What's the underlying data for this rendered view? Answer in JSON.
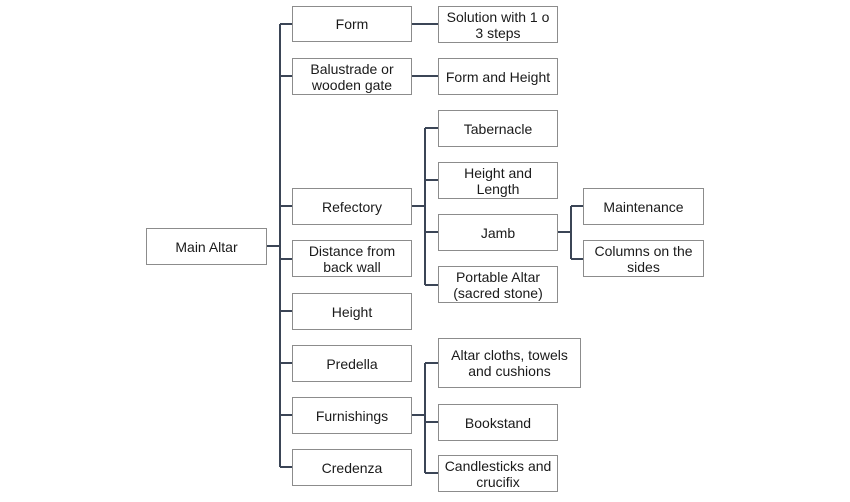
{
  "root": {
    "label": "Main Altar"
  },
  "level1": [
    {
      "id": "form",
      "label": "Form"
    },
    {
      "id": "balustrade",
      "label": "Balustrade or wooden gate"
    },
    {
      "id": "refectory",
      "label": "Refectory"
    },
    {
      "id": "distance",
      "label": "Distance from back wall"
    },
    {
      "id": "height",
      "label": "Height"
    },
    {
      "id": "predella",
      "label": "Predella"
    },
    {
      "id": "furnishings",
      "label": "Furnishings"
    },
    {
      "id": "credenza",
      "label": "Credenza"
    }
  ],
  "level2": [
    {
      "id": "steps",
      "parent": "form",
      "label": "Solution with 1 o 3 steps"
    },
    {
      "id": "form-height",
      "parent": "balustrade",
      "label": "Form and Height"
    },
    {
      "id": "tabernacle",
      "parent": "refectory",
      "label": "Tabernacle"
    },
    {
      "id": "height-length",
      "parent": "refectory",
      "label": "Height and Length"
    },
    {
      "id": "jamb",
      "parent": "refectory",
      "label": "Jamb"
    },
    {
      "id": "portable-altar",
      "parent": "refectory",
      "label": "Portable Altar (sacred stone)"
    },
    {
      "id": "altar-cloths",
      "parent": "furnishings",
      "label": "Altar cloths, towels and cushions"
    },
    {
      "id": "bookstand",
      "parent": "furnishings",
      "label": "Bookstand"
    },
    {
      "id": "candlesticks",
      "parent": "furnishings",
      "label": "Candlesticks and crucifix"
    }
  ],
  "level3": [
    {
      "id": "maintenance",
      "parent": "jamb",
      "label": "Maintenance"
    },
    {
      "id": "columns",
      "parent": "jamb",
      "label": "Columns on the sides"
    }
  ]
}
